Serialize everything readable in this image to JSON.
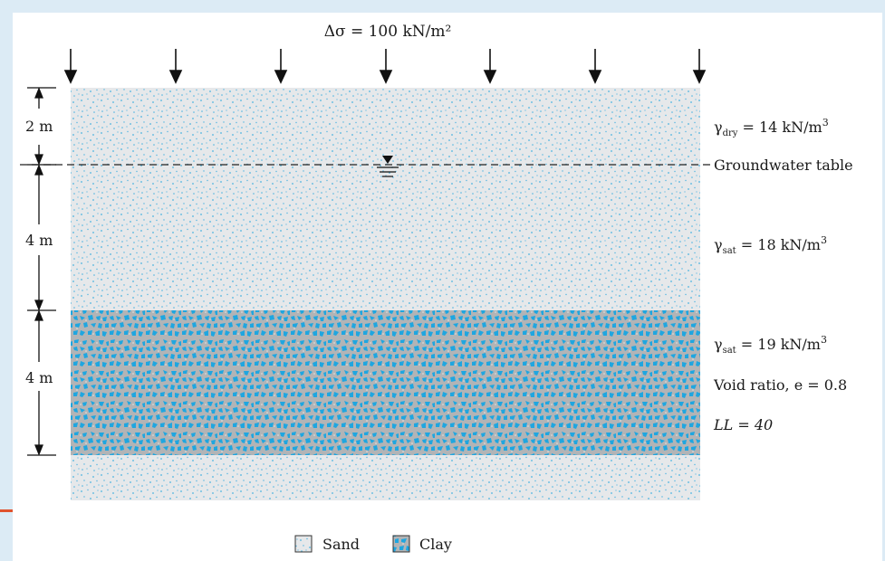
{
  "load": {
    "label": "Δσ = 100 kN/m²"
  },
  "dimensions": {
    "top_sand_thickness": "2 m",
    "lower_sand_thickness": "4 m",
    "clay_thickness": "4 m"
  },
  "annotations": {
    "gamma_dry": "γ",
    "gamma_dry_sub": "dry",
    "gamma_dry_val": " = 14 kN/m",
    "gamma_dry_exp": "3",
    "groundwater": "Groundwater table",
    "gamma_sat_sand": "γ",
    "gamma_sat_sand_sub": "sat",
    "gamma_sat_sand_val": " = 18 kN/m",
    "gamma_sat_sand_exp": "3",
    "gamma_sat_clay": "γ",
    "gamma_sat_clay_sub": "sat",
    "gamma_sat_clay_val": " = 19 kN/m",
    "gamma_sat_clay_exp": "3",
    "void_ratio": "Void ratio, e = 0.8",
    "liquid_limit": "LL = 40"
  },
  "legend": {
    "sand": "Sand",
    "clay": "Clay"
  },
  "colors": {
    "sand_fill": "#e6e8ea",
    "sand_dot": "#4cb3e0",
    "clay_fill": "#b2b4b6",
    "clay_fleck": "#1fa6e0",
    "frame": "#dcebf5"
  }
}
